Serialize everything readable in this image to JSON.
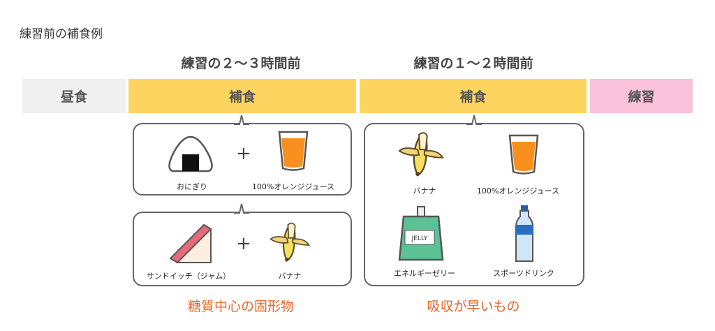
{
  "title": "練習前の補食例",
  "headings": [
    "練習の２～３時間前",
    "練習の１～２時間前"
  ],
  "bars": {
    "lunch": "昼食",
    "snack1": "補食",
    "snack2": "補食",
    "practice": "練習"
  },
  "colors": {
    "lunch": "#f0f0f0",
    "snack": "#fdd460",
    "practice": "#f9c1da",
    "accent": "#e8662a"
  },
  "plus": "+",
  "box1": {
    "items": [
      "おにぎり",
      "100%オレンジジュース"
    ]
  },
  "box2": {
    "items": [
      "サンドイッチ（ジャム）",
      "バナナ"
    ]
  },
  "box3": {
    "items": [
      "バナナ",
      "100%オレンジジュース",
      "エネルギーゼリー",
      "スポーツドリンク"
    ],
    "jelly_label": "JELLY"
  },
  "captions": [
    "糖質中心の固形物",
    "吸収が早いもの"
  ]
}
